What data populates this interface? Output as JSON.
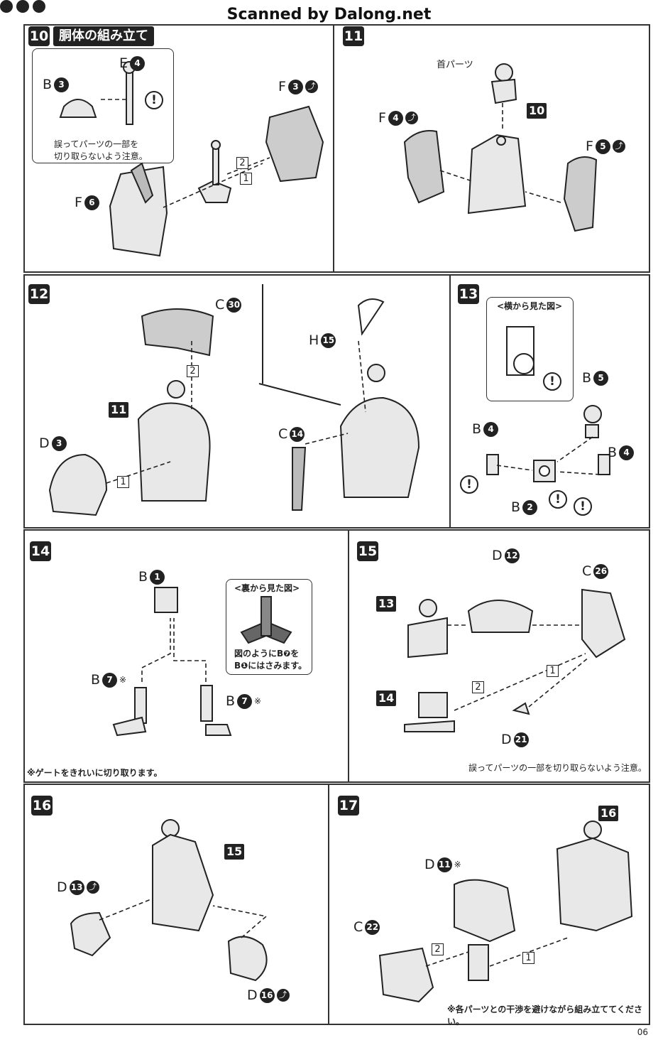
{
  "header": {
    "watermark": "Scanned by Dalong.net"
  },
  "page_number": "06",
  "common": {
    "cut_icon": "⤴",
    "warn": "!",
    "note_mark": "※"
  },
  "steps": [
    {
      "number": "10",
      "title": "胴体の組み立て",
      "note": "誤ってパーツの一部を切り取らないよう注意。",
      "note_l1": "誤ってパーツの一部を",
      "note_l2": "切り取らないよう注意。",
      "labels": [
        {
          "letter": "E",
          "num": "4"
        },
        {
          "letter": "B",
          "num": "3"
        },
        {
          "letter": "F",
          "num": "3"
        },
        {
          "letter": "F",
          "num": "6"
        }
      ],
      "seq": [
        "2",
        "1"
      ]
    },
    {
      "number": "11",
      "neck_label": "首パーツ",
      "ref": "10",
      "labels": [
        {
          "letter": "F",
          "num": "4"
        },
        {
          "letter": "F",
          "num": "5"
        }
      ]
    },
    {
      "number": "12",
      "ref": "11",
      "labels": [
        {
          "letter": "C",
          "num": "30"
        },
        {
          "letter": "D",
          "num": "3"
        },
        {
          "letter": "H",
          "num": "15"
        },
        {
          "letter": "C",
          "num": "14"
        }
      ],
      "seq": [
        "2",
        "1"
      ]
    },
    {
      "number": "13",
      "inset_title": "<横から見た図>",
      "labels": [
        {
          "letter": "B",
          "num": "5"
        },
        {
          "letter": "B",
          "num": "4"
        },
        {
          "letter": "B",
          "num": "4"
        },
        {
          "letter": "B",
          "num": "2"
        }
      ]
    },
    {
      "number": "14",
      "inset_title": "<裏から見た図>",
      "inset_l1": "図のようにB❼を",
      "inset_l2": "B❶にはさみます。",
      "note": "※ゲートをきれいに切り取ります。",
      "labels": [
        {
          "letter": "B",
          "num": "1"
        },
        {
          "letter": "B",
          "num": "7"
        },
        {
          "letter": "B",
          "num": "7"
        }
      ]
    },
    {
      "number": "15",
      "refs": [
        "13",
        "14"
      ],
      "note": "誤ってパーツの一部を切り取らないよう注意。",
      "labels": [
        {
          "letter": "D",
          "num": "12"
        },
        {
          "letter": "C",
          "num": "26"
        },
        {
          "letter": "D",
          "num": "21"
        }
      ],
      "seq": [
        "1",
        "2"
      ]
    },
    {
      "number": "16",
      "ref": "15",
      "labels": [
        {
          "letter": "D",
          "num": "13"
        },
        {
          "letter": "D",
          "num": "16"
        }
      ]
    },
    {
      "number": "17",
      "ref": "16",
      "note": "※各パーツとの干渉を避けながら組み立ててください。",
      "labels": [
        {
          "letter": "D",
          "num": "11"
        },
        {
          "letter": "C",
          "num": "22"
        }
      ],
      "seq": [
        "2",
        "1"
      ]
    }
  ]
}
